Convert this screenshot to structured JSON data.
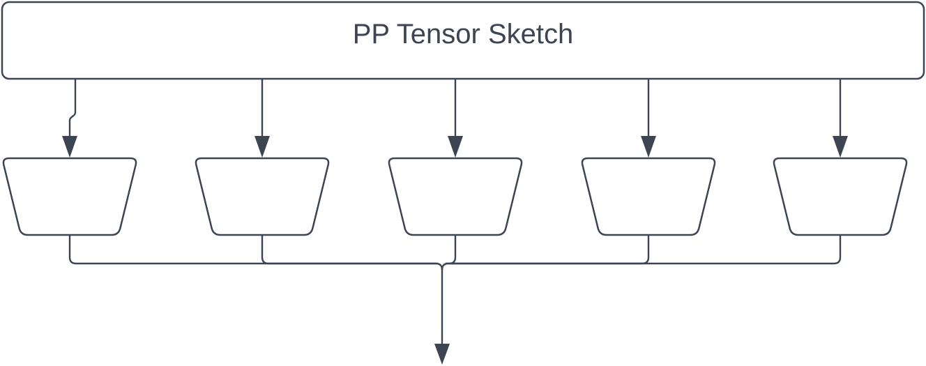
{
  "diagram": {
    "title": "PP Tensor Sketch",
    "colors": {
      "stroke": "#3d4452",
      "node_fill": "#ffffff",
      "text": "#3d4452",
      "background": "#ffffff"
    },
    "root_node": {
      "label": "PP Tensor Sketch",
      "shape": "rounded-rectangle"
    },
    "child_nodes": [
      {
        "id": "trapezoid-1",
        "shape": "trapezoid",
        "label": ""
      },
      {
        "id": "trapezoid-2",
        "shape": "trapezoid",
        "label": ""
      },
      {
        "id": "trapezoid-3",
        "shape": "trapezoid",
        "label": ""
      },
      {
        "id": "trapezoid-4",
        "shape": "trapezoid",
        "label": ""
      },
      {
        "id": "trapezoid-5",
        "shape": "trapezoid",
        "label": ""
      }
    ],
    "edges": {
      "fan_out": "root to each of 5 trapezoids, arrow down",
      "fan_in": "all 5 trapezoids merge to single downward arrow"
    }
  }
}
